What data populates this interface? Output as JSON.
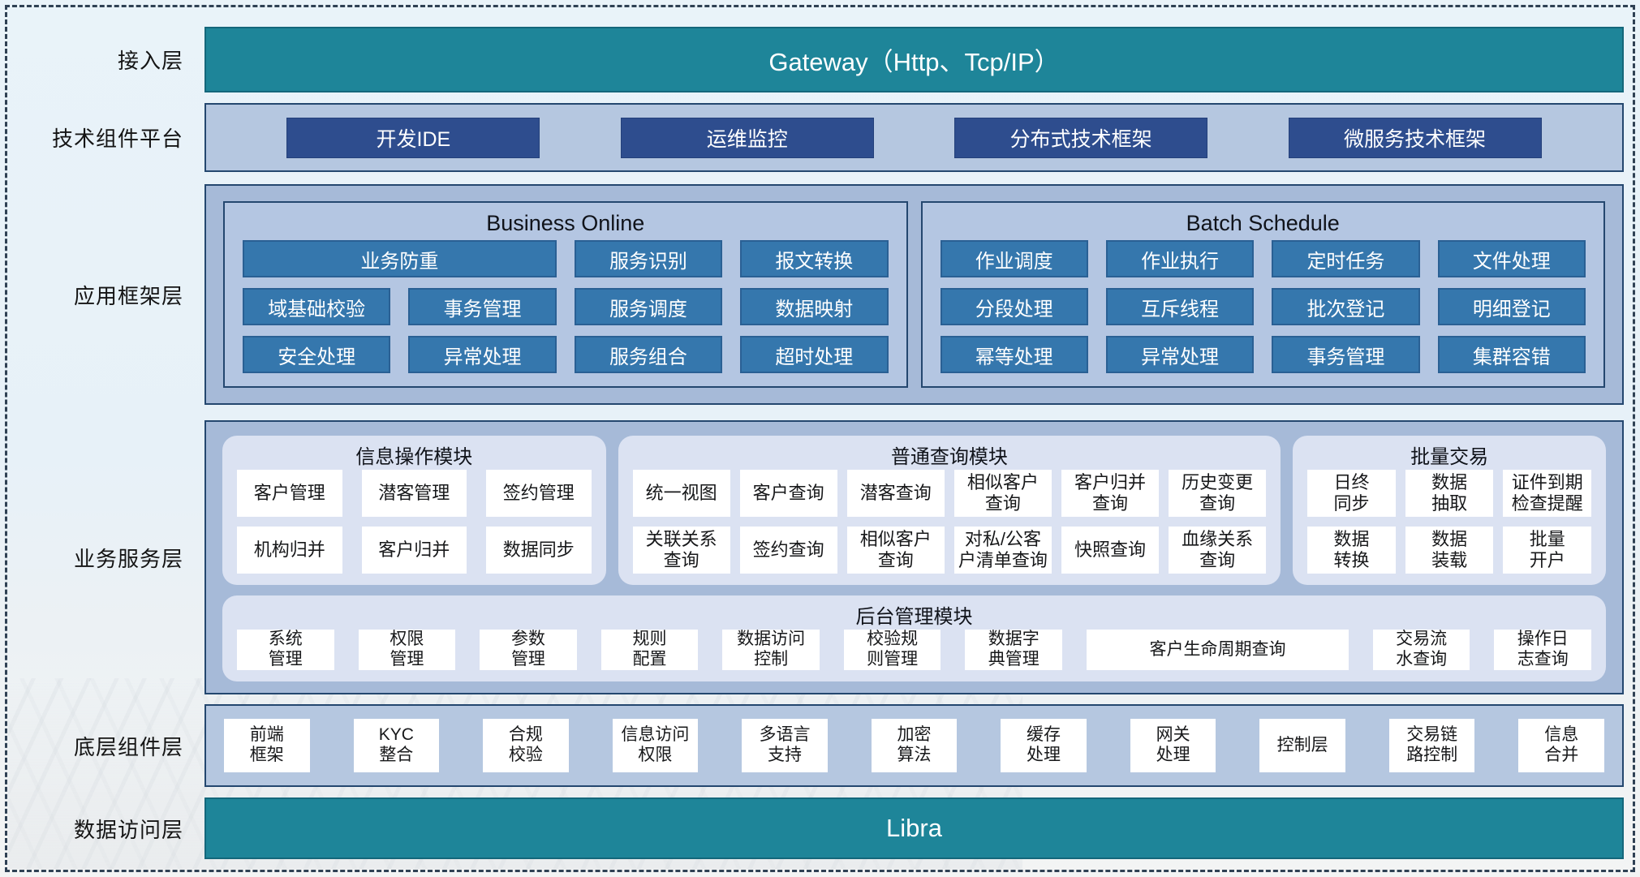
{
  "colors": {
    "teal": "#1E8599",
    "navy_item": "#2E4D8E",
    "steel_item": "#3577AD",
    "panel_bg": "#B5C7E0",
    "bigbox_bg": "#A6BAD8",
    "subframe_bg": "#B4C6E2",
    "module_bg": "#DBE2F2",
    "box_border": "#24476F",
    "frame_dash": "#2F4154",
    "page_bg": "#E8F2F8"
  },
  "layers": [
    {
      "id": "access",
      "label": "接入层",
      "bar": "Gateway（Http、Tcp/IP）"
    },
    {
      "id": "tech",
      "label": "技术组件平台",
      "items": [
        "开发IDE",
        "运维监控",
        "分布式技术框架",
        "微服务技术框架"
      ]
    },
    {
      "id": "appfw",
      "label": "应用框架层",
      "groups": [
        {
          "title": "Business Online",
          "items": [
            "业务防重",
            "服务识别",
            "报文转换",
            "域基础校验",
            "事务管理",
            "服务调度",
            "数据映射",
            "安全处理",
            "异常处理",
            "服务组合",
            "超时处理"
          ]
        },
        {
          "title": "Batch Schedule",
          "items": [
            "作业调度",
            "作业执行",
            "定时任务",
            "文件处理",
            "分段处理",
            "互斥线程",
            "批次登记",
            "明细登记",
            "幂等处理",
            "异常处理",
            "事务管理",
            "集群容错"
          ]
        }
      ]
    },
    {
      "id": "bizsvc",
      "label": "业务服务层",
      "modules": [
        {
          "title": "信息操作模块",
          "items": [
            "客户管理",
            "潜客管理",
            "签约管理",
            "机构归并",
            "客户归并",
            "数据同步"
          ]
        },
        {
          "title": "普通查询模块",
          "items": [
            "统一视图",
            "客户查询",
            "潜客查询",
            "相似客户\n查询",
            "客户归并\n查询",
            "历史变更\n查询",
            "关联关系\n查询",
            "签约查询",
            "相似客户\n查询",
            "对私/公客\n户清单查询",
            "快照查询",
            "血缘关系\n查询"
          ]
        },
        {
          "title": "批量交易",
          "items": [
            "日终\n同步",
            "数据\n抽取",
            "证件到期\n检查提醒",
            "数据\n转换",
            "数据\n装载",
            "批量\n开户"
          ]
        }
      ],
      "admin": {
        "title": "后台管理模块",
        "items": [
          "系统\n管理",
          "权限\n管理",
          "参数\n管理",
          "规则\n配置",
          "数据访问\n控制",
          "校验规\n则管理",
          "数据字\n典管理",
          "客户生命周期查询",
          "交易流\n水查询",
          "操作日\n志查询"
        ]
      }
    },
    {
      "id": "components",
      "label": "底层组件层",
      "items": [
        "前端\n框架",
        "KYC\n整合",
        "合规\n校验",
        "信息访问\n权限",
        "多语言\n支持",
        "加密\n算法",
        "缓存\n处理",
        "网关\n处理",
        "控制层",
        "交易链\n路控制",
        "信息\n合并"
      ]
    },
    {
      "id": "data",
      "label": "数据访问层",
      "bar": "Libra"
    }
  ]
}
